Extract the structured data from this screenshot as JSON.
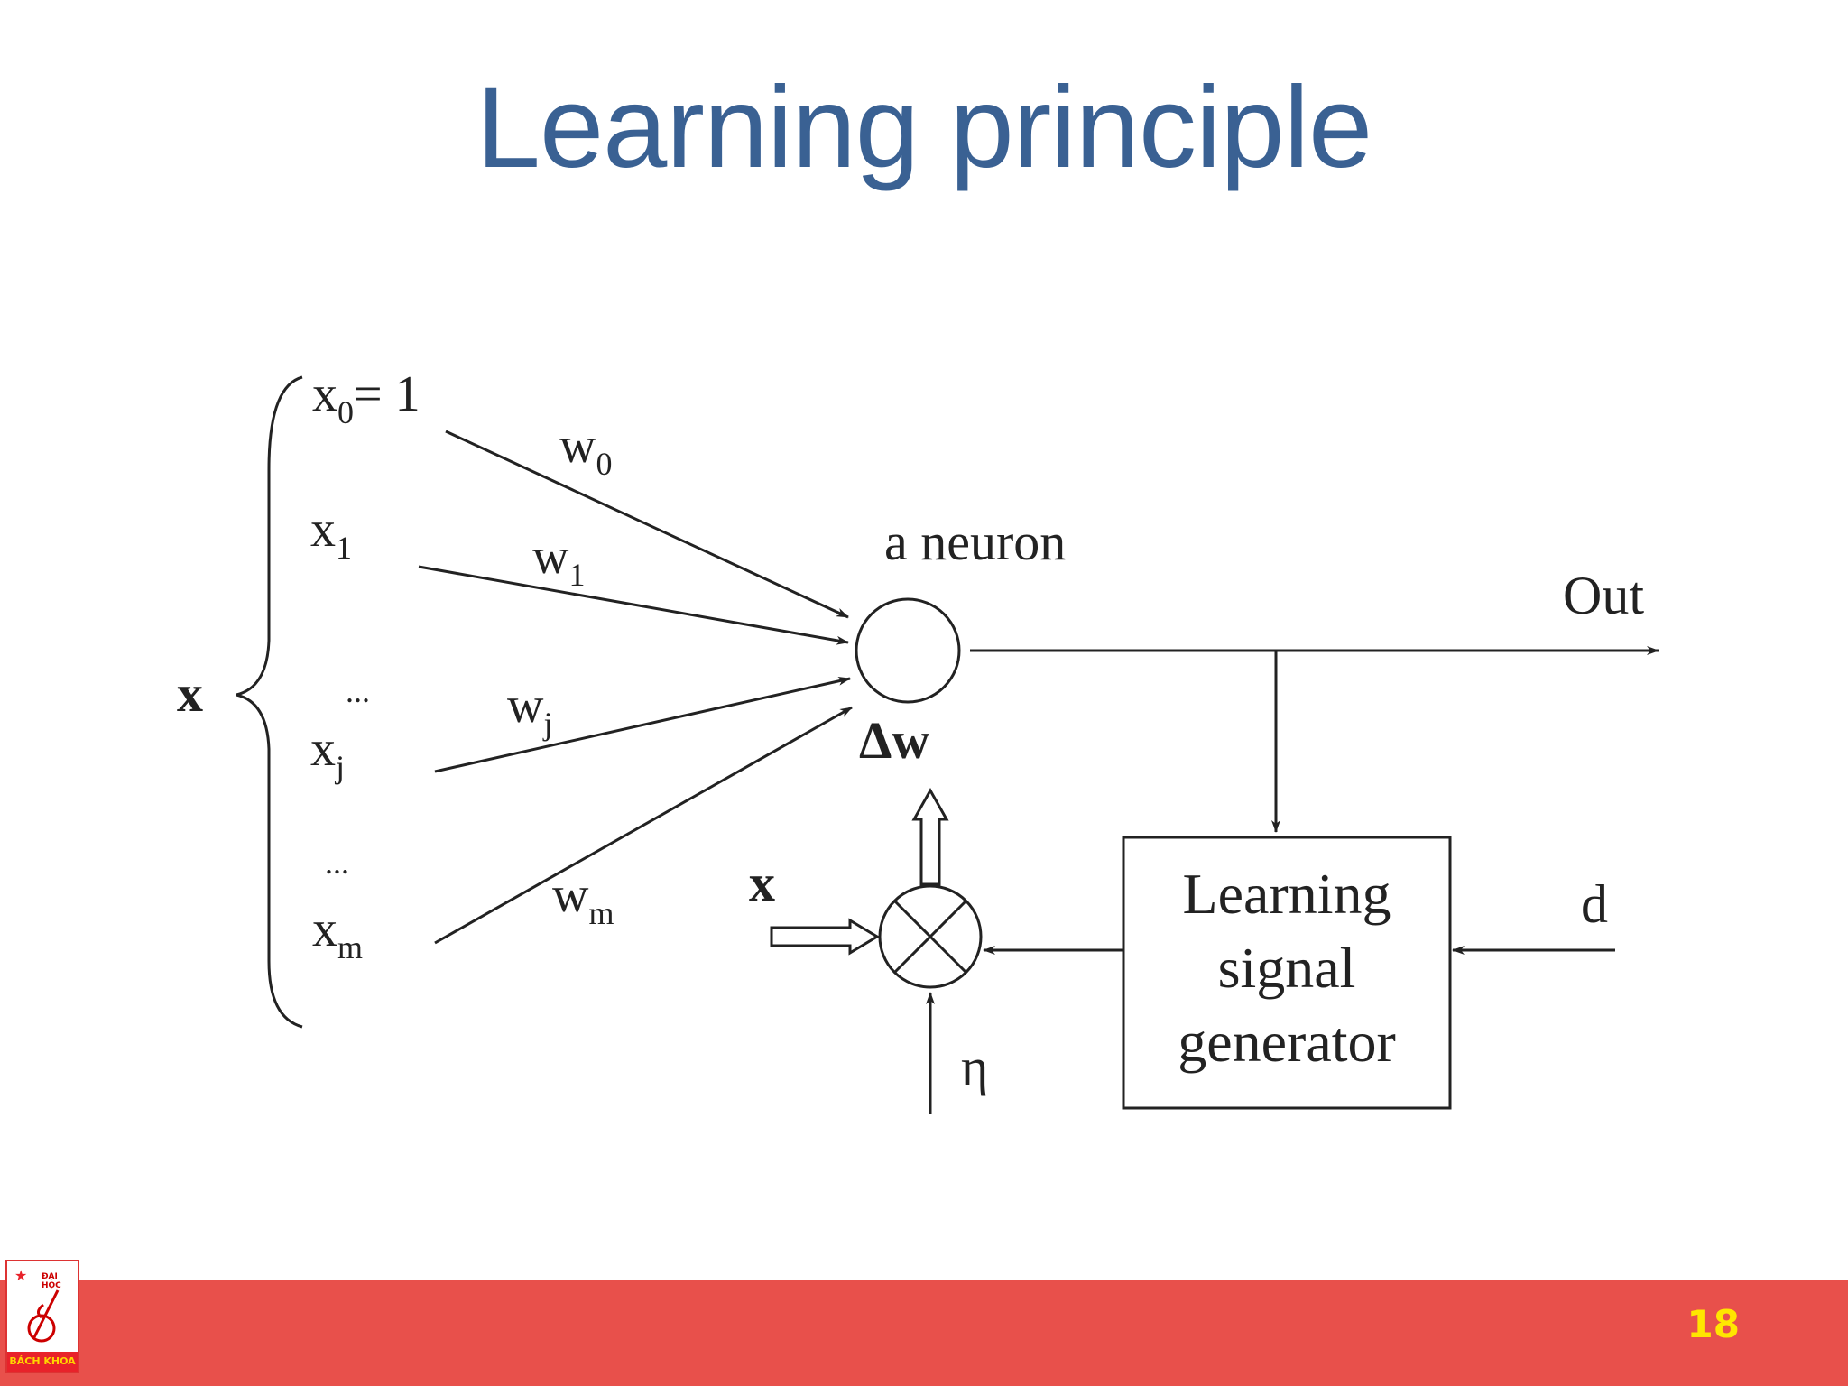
{
  "title": "Learning principle",
  "diagram": {
    "input_vector_label": "x",
    "inputs": [
      {
        "name": "x",
        "sub": "0",
        "suffix": "= 1"
      },
      {
        "name": "x",
        "sub": "1",
        "suffix": ""
      },
      {
        "name": "x",
        "sub": "j",
        "suffix": ""
      },
      {
        "name": "x",
        "sub": "m",
        "suffix": ""
      }
    ],
    "ellipsis": "...",
    "weights": [
      {
        "name": "w",
        "sub": "0"
      },
      {
        "name": "w",
        "sub": "1"
      },
      {
        "name": "w",
        "sub": "j"
      },
      {
        "name": "w",
        "sub": "m"
      }
    ],
    "neuron_label": "a neuron",
    "output_label": "Out",
    "delta_w_label": "Δw",
    "multiplier_input_label": "x",
    "eta_label": "η",
    "desired_label": "d",
    "generator_lines": [
      "Learning",
      "signal",
      "generator"
    ]
  },
  "footer": {
    "page_number": "18",
    "logo_top_text": "ĐẠI HỌC",
    "logo_bottom_text": "BÁCH KHOA",
    "colors": {
      "bar": "#e8504b",
      "page_number": "#ffe600",
      "title": "#3a6193"
    }
  }
}
